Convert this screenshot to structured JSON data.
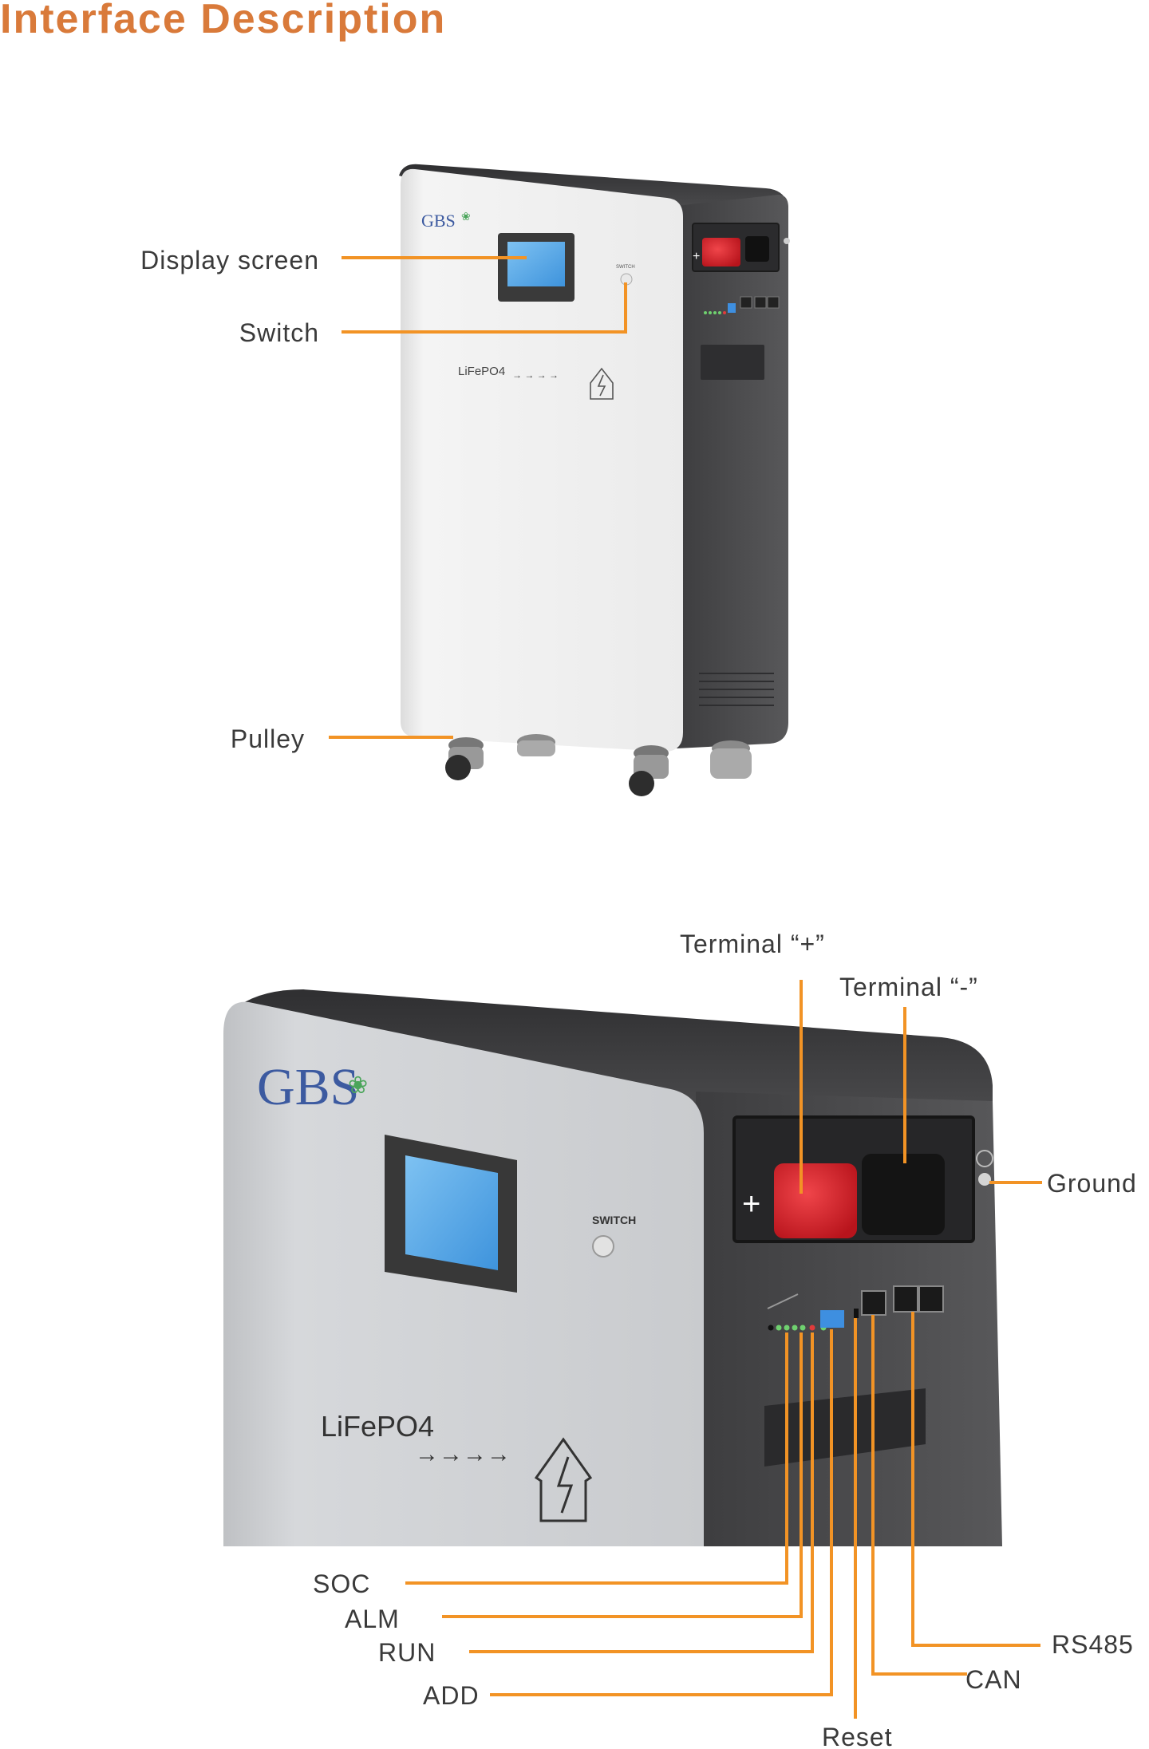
{
  "title": "Interface Description",
  "colors": {
    "title": "#d97a3a",
    "leader_line": "#f29325",
    "label_text": "#3a3a3a",
    "panel_white": "#f2f2f2",
    "body_dark": "#4a4a4c",
    "screen": "#5aa9e8",
    "terminal_positive": "#d8222a",
    "terminal_negative": "#1a1a1a",
    "brand": "#3c5aa0"
  },
  "product": {
    "brand": "GBS",
    "chemistry": "LiFePO4",
    "switch_print": "SWITCH"
  },
  "top_labels": {
    "display_screen": "Display screen",
    "switch": "Switch",
    "pulley": "Pulley"
  },
  "bottom_labels": {
    "terminal_pos": "Terminal “+”",
    "terminal_neg": "Terminal “-”",
    "ground": "Ground",
    "soc": "SOC",
    "alm": "ALM",
    "run": "RUN",
    "add": "ADD",
    "reset": "Reset",
    "can": "CAN",
    "rs485": "RS485"
  }
}
